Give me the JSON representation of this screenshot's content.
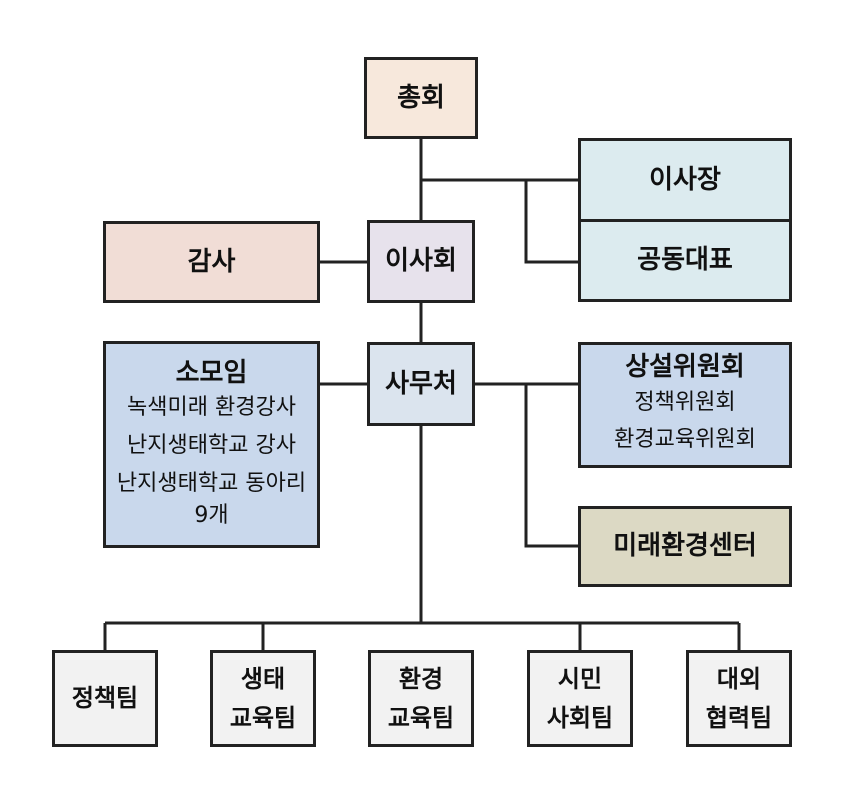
{
  "colors": {
    "peach": "#f7e8dc",
    "light_cyan": "#dcebef",
    "pink": "#f1ddd6",
    "lavender": "#e7e2ec",
    "light_blue": "#c9d8ec",
    "steel_light": "#dbe4ee",
    "khaki": "#dcd9c4",
    "grey": "#f2f2f2",
    "line": "#222222"
  },
  "org": {
    "general_assembly": "총회",
    "chair": "이사장",
    "co_representative": "공동대표",
    "auditor": "감사",
    "board": "이사회",
    "secretariat": "사무처",
    "small_groups": {
      "title": "소모임",
      "items": [
        "녹색미래 환경강사",
        "난지생태학교 강사",
        "난지생태학교 동아리 9개"
      ]
    },
    "standing_committees": {
      "title": "상설위원회",
      "items": [
        "정책위원회",
        "환경교육위원회"
      ]
    },
    "future_center": "미래환경센터",
    "teams": [
      {
        "line1": "정책팀",
        "line2": ""
      },
      {
        "line1": "생태",
        "line2": "교육팀"
      },
      {
        "line1": "환경",
        "line2": "교육팀"
      },
      {
        "line1": "시민",
        "line2": "사회팀"
      },
      {
        "line1": "대외",
        "line2": "협력팀"
      }
    ]
  }
}
